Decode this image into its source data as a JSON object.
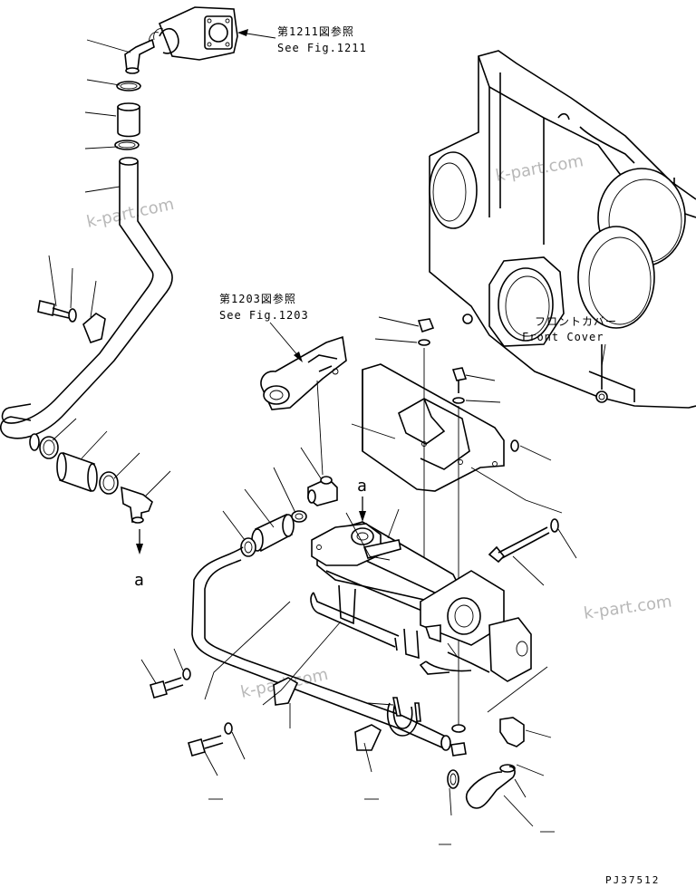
{
  "references": {
    "fig1211_jp": "第1211図参照",
    "fig1211_en": "See Fig.1211",
    "fig1203_jp": "第1203図参照",
    "fig1203_en": "See Fig.1203"
  },
  "front_cover": {
    "jp": "フロントカバー",
    "en": "Front Cover"
  },
  "connection_marks": {
    "a_top": "a",
    "a_bottom": "a"
  },
  "watermark": {
    "text": "k-part.com"
  },
  "page_id": "PJ37512"
}
